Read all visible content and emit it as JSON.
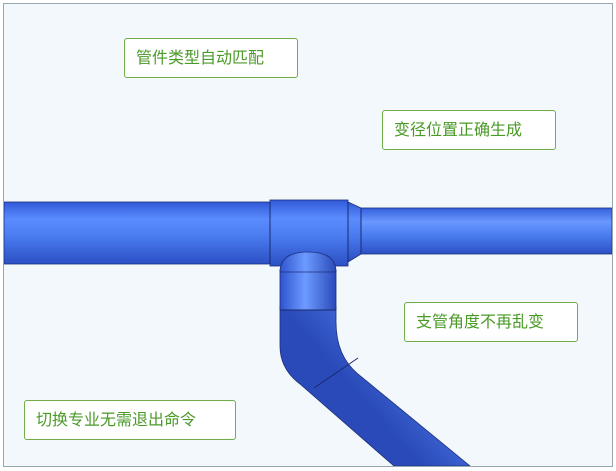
{
  "scene": {
    "pipe_color": "#4a7cf0",
    "pipe_shadow_color": "#2c52c8",
    "background_color": "#f2f8fb",
    "callout_text_color": "#4a9a28",
    "callout_border_color": "#70ad47"
  },
  "callouts": {
    "fitting_type": "管件类型自动匹配",
    "reducer_position": "变径位置正确生成",
    "branch_angle": "支管角度不再乱变",
    "switch_discipline": "切换专业无需退出命令"
  }
}
